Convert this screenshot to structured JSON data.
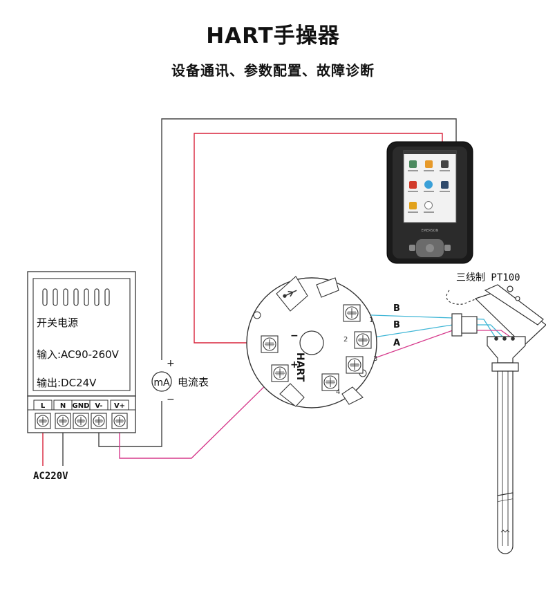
{
  "header": {
    "title": "HART手操器",
    "subtitle": "设备通讯、参数配置、故障诊断"
  },
  "power_supply": {
    "name": "开关电源",
    "input": "输入:AC90-260V",
    "output": "输出:DC24V",
    "terminals": [
      "L",
      "N",
      "GND",
      "V-",
      "V+"
    ],
    "ac_label": "AC220V"
  },
  "ammeter": {
    "symbol": "mA",
    "label": "电流表",
    "plus": "+",
    "minus": "−"
  },
  "transmitter": {
    "hart_text": "HART",
    "plus": "+",
    "minus": "−",
    "terminal_numbers": [
      "1",
      "2",
      "3",
      "4"
    ]
  },
  "wires": {
    "b1": "B",
    "b2": "B",
    "a": "A"
  },
  "sensor": {
    "label": "三线制 PT100"
  },
  "communicator": {
    "brand": "EMERSON"
  },
  "colors": {
    "red_wire": "#d9233c",
    "magenta_wire": "#d63a8c",
    "blue_wire": "#3fb6d6",
    "line": "#333333"
  }
}
